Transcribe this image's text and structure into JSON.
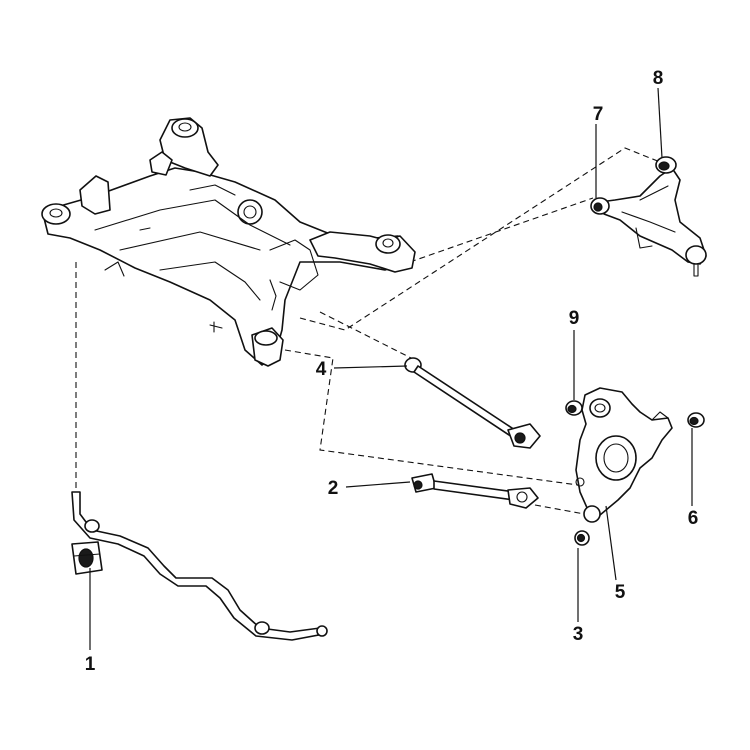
{
  "diagram": {
    "callouts": [
      {
        "id": "1",
        "label": "1"
      },
      {
        "id": "2",
        "label": "2"
      },
      {
        "id": "3",
        "label": "3"
      },
      {
        "id": "4",
        "label": "4"
      },
      {
        "id": "5",
        "label": "5"
      },
      {
        "id": "6",
        "label": "6"
      },
      {
        "id": "7",
        "label": "7"
      },
      {
        "id": "8",
        "label": "8"
      },
      {
        "id": "9",
        "label": "9"
      }
    ],
    "line_color": "#111111",
    "background": "#ffffff"
  }
}
